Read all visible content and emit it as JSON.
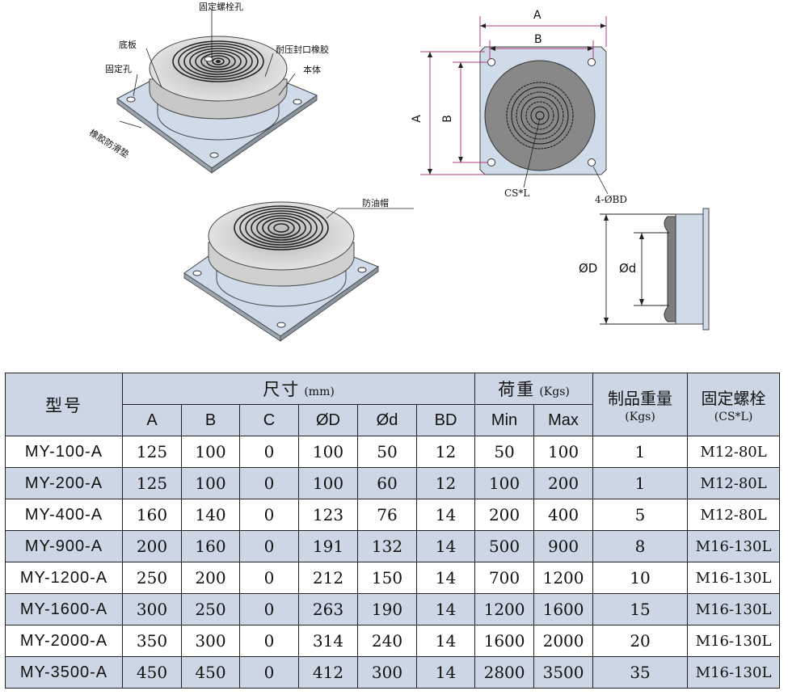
{
  "labels": {
    "bolt_hole": "固定螺栓孔",
    "base_plate": "底板",
    "seal_rubber": "耐压封口橡胶",
    "fixing_hole": "固定孔",
    "body": "本体",
    "anti_slip_pad": "橡胶防滑垫",
    "oil_cap": "防油帽"
  },
  "dims": {
    "a": "A",
    "b": "B",
    "cs_l": "CS*L",
    "bd": "4-ØBD",
    "d_big": "ØD",
    "d_small": "Ød"
  },
  "table": {
    "header": {
      "model": "型号",
      "size": "尺寸",
      "size_unit": "(mm)",
      "load": "荷重",
      "load_unit": "(Kgs)",
      "weight": "制品重量",
      "weight_unit": "(Kgs)",
      "bolt": "固定螺栓",
      "bolt_unit": "(CS*L)",
      "cols": [
        "A",
        "B",
        "C",
        "ØD",
        "Ød",
        "BD",
        "Min",
        "Max"
      ]
    },
    "rows": [
      {
        "model": "MY-100-A",
        "A": "125",
        "B": "100",
        "C": "0",
        "D": "100",
        "d": "50",
        "BD": "12",
        "min": "50",
        "max": "100",
        "weight": "1",
        "bolt": "M12-80L"
      },
      {
        "model": "MY-200-A",
        "A": "125",
        "B": "100",
        "C": "0",
        "D": "100",
        "d": "60",
        "BD": "12",
        "min": "100",
        "max": "200",
        "weight": "1",
        "bolt": "M12-80L"
      },
      {
        "model": "MY-400-A",
        "A": "160",
        "B": "140",
        "C": "0",
        "D": "123",
        "d": "76",
        "BD": "14",
        "min": "200",
        "max": "400",
        "weight": "5",
        "bolt": "M12-80L"
      },
      {
        "model": "MY-900-A",
        "A": "200",
        "B": "160",
        "C": "0",
        "D": "191",
        "d": "132",
        "BD": "14",
        "min": "500",
        "max": "900",
        "weight": "8",
        "bolt": "M16-130L"
      },
      {
        "model": "MY-1200-A",
        "A": "250",
        "B": "200",
        "C": "0",
        "D": "212",
        "d": "150",
        "BD": "14",
        "min": "700",
        "max": "1200",
        "weight": "10",
        "bolt": "M16-130L"
      },
      {
        "model": "MY-1600-A",
        "A": "300",
        "B": "250",
        "C": "0",
        "D": "263",
        "d": "190",
        "BD": "14",
        "min": "1200",
        "max": "1600",
        "weight": "15",
        "bolt": "M16-130L"
      },
      {
        "model": "MY-2000-A",
        "A": "350",
        "B": "300",
        "C": "0",
        "D": "314",
        "d": "240",
        "BD": "14",
        "min": "1600",
        "max": "2000",
        "weight": "20",
        "bolt": "M16-130L"
      },
      {
        "model": "MY-3500-A",
        "A": "450",
        "B": "450",
        "C": "0",
        "D": "412",
        "d": "300",
        "BD": "14",
        "min": "2800",
        "max": "3500",
        "weight": "35",
        "bolt": "M16-130L"
      }
    ]
  },
  "colors": {
    "plate": "#cfdbe8",
    "header_bg": "#ccd6e4",
    "top_disc": "#d4d4d4",
    "rubber": "#888888",
    "dim_line": "#b03a7c"
  }
}
